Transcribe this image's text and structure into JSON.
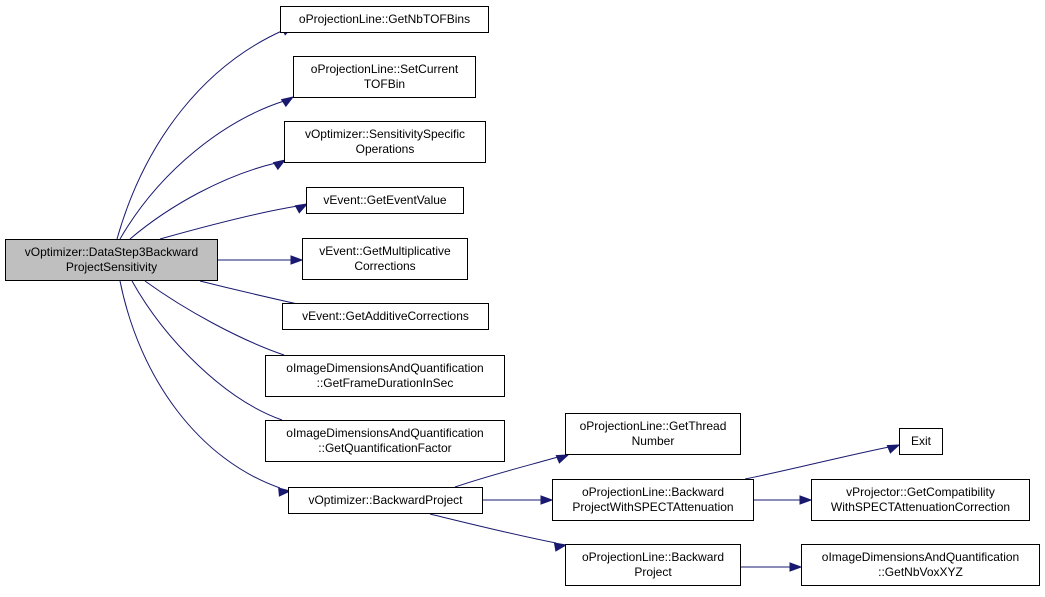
{
  "diagram": {
    "edge_color": "#191970",
    "root_fill": "#bfbfbf",
    "nodes": {
      "root": "vOptimizer::DataStep3Backward\nProjectSensitivity",
      "getNbTOFBins": "oProjectionLine::GetNbTOFBins",
      "setCurrentTOFBin": "oProjectionLine::SetCurrent\nTOFBin",
      "sensitivitySpecific": "vOptimizer::SensitivitySpecific\nOperations",
      "getEventValue": "vEvent::GetEventValue",
      "getMultiplicative": "vEvent::GetMultiplicative\nCorrections",
      "getAdditive": "vEvent::GetAdditiveCorrections",
      "getFrameDuration": "oImageDimensionsAndQuantification\n::GetFrameDurationInSec",
      "getQuantFactor": "oImageDimensionsAndQuantification\n::GetQuantificationFactor",
      "backwardProject": "vOptimizer::BackwardProject",
      "getThreadNumber": "oProjectionLine::GetThread\nNumber",
      "bpSPECT": "oProjectionLine::Backward\nProjectWithSPECTAttenuation",
      "bpLine": "oProjectionLine::Backward\nProject",
      "exit": "Exit",
      "getCompat": "vProjector::GetCompatibility\nWithSPECTAttenuationCorrection",
      "getNbVox": "oImageDimensionsAndQuantification\n::GetNbVoxXYZ"
    }
  }
}
